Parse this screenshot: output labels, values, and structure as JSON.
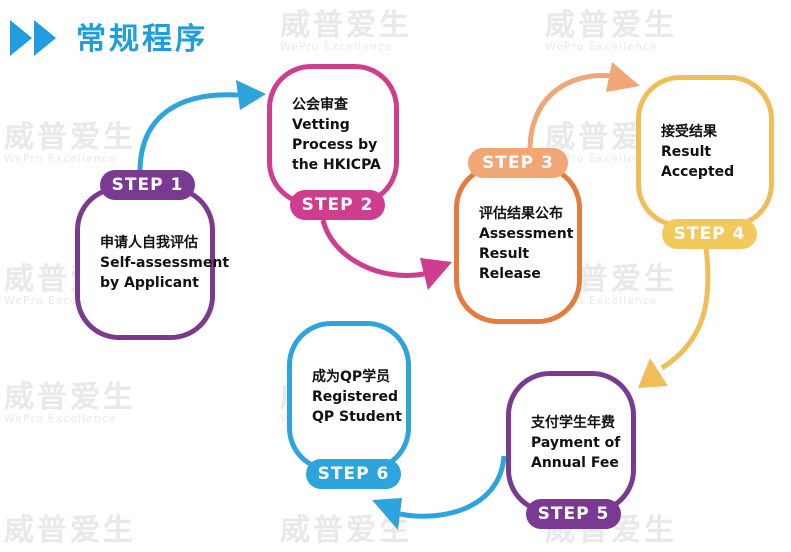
{
  "header": {
    "title": "常规程序"
  },
  "watermark": {
    "cn": "威普爱生",
    "en": "WePro Excellence"
  },
  "colors": {
    "title": "#1f9ddf",
    "purple": "#7a3a91",
    "pink": "#cf3e8e",
    "orange": "#e67b3e",
    "peach": "#f1a775",
    "yellow": "#f2c95c",
    "blue": "#2ea4dd"
  },
  "steps": [
    {
      "badge": "STEP 1",
      "lines": [
        "申请人自我评估",
        "Self-assessment",
        "by Applicant"
      ]
    },
    {
      "badge": "STEP 2",
      "lines": [
        "公会审查",
        "Vetting",
        "Process by",
        "the HKICPA"
      ]
    },
    {
      "badge": "STEP 3",
      "lines": [
        "评估结果公布",
        "Assessment",
        "Result",
        "Release"
      ]
    },
    {
      "badge": "STEP 4",
      "lines": [
        "接受结果",
        "Result",
        "Accepted"
      ]
    },
    {
      "badge": "STEP 5",
      "lines": [
        "支付学生年费",
        "Payment of",
        "Annual Fee"
      ]
    },
    {
      "badge": "STEP 6",
      "lines": [
        "成为QP学员",
        "Registered",
        "QP Student"
      ]
    }
  ]
}
